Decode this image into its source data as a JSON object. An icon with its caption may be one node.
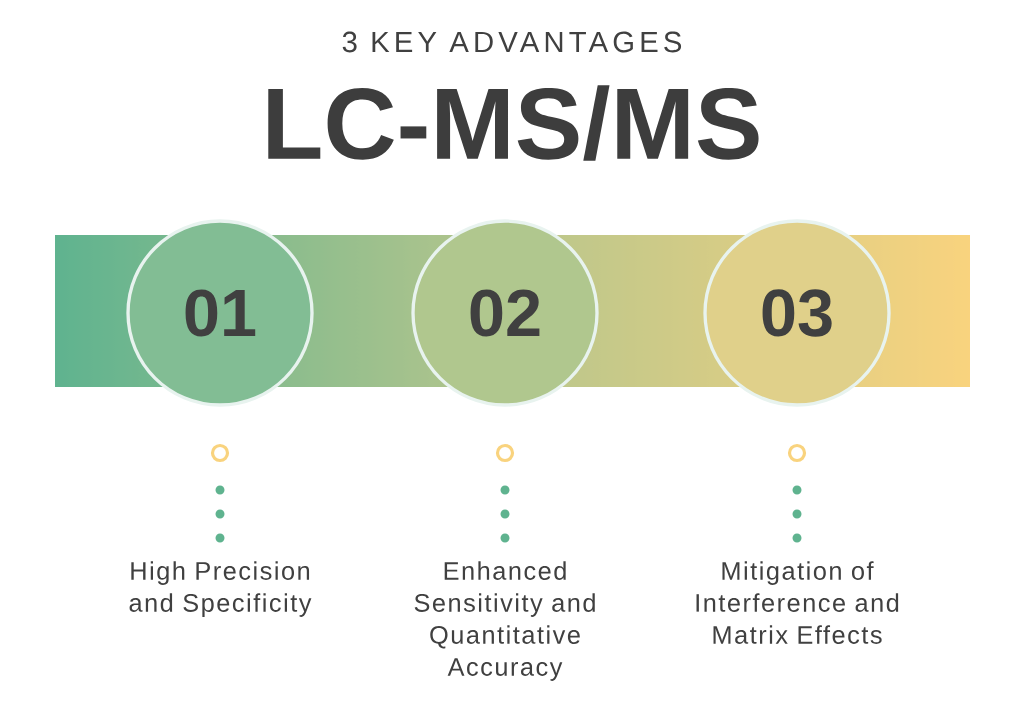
{
  "diagram": {
    "title": "LC-MS/MS",
    "nodes": [
      {
        "text": [
          "01"
        ]
      },
      {
        "text": [
          "02"
        ]
      },
      {
        "text": [
          "03"
        ]
      }
    ],
    "labels": [
      "3 KEY ADVANTAGES",
      "High Precision and Specificity",
      "Enhanced Sensitivity and Quantitative Accuracy",
      "Mitigation of Interference and Matrix Effects"
    ]
  }
}
